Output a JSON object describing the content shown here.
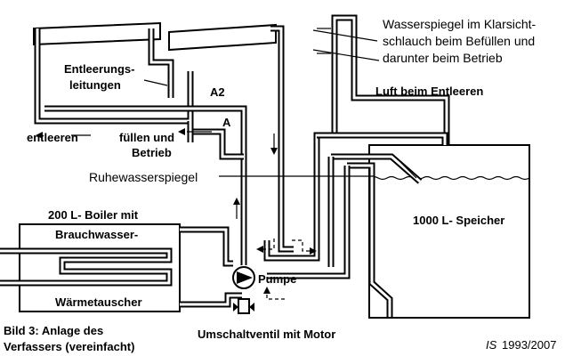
{
  "labels": {
    "sight_glass_line1": "Wasserspiegel im Klarsicht-",
    "sight_glass_line2": "schlauch beim Befüllen und",
    "sight_glass_line3": "darunter beim Betrieb",
    "drain_lines_1": "Entleerungs-",
    "drain_lines_2": "leitungen",
    "point_a2": "A2",
    "point_a": "A",
    "air_drain": "Luft beim Entleeren",
    "drain": "entleeren",
    "fill_operate_1": "füllen und",
    "fill_operate_2": "Betrieb",
    "rest_level": "Ruhewasserspiegel",
    "boiler_1": "200 L- Boiler mit",
    "boiler_2": "Brauchwasser-",
    "boiler_3": "Wärmetauscher",
    "tank": "1000 L- Speicher",
    "pump": "Pumpe",
    "valve": "Umschaltventil mit Motor",
    "caption_1": "Bild 3: Anlage des",
    "caption_2": "Verfassers (vereinfacht)",
    "credit_initials": "IS",
    "credit_year": "1993/2007"
  }
}
